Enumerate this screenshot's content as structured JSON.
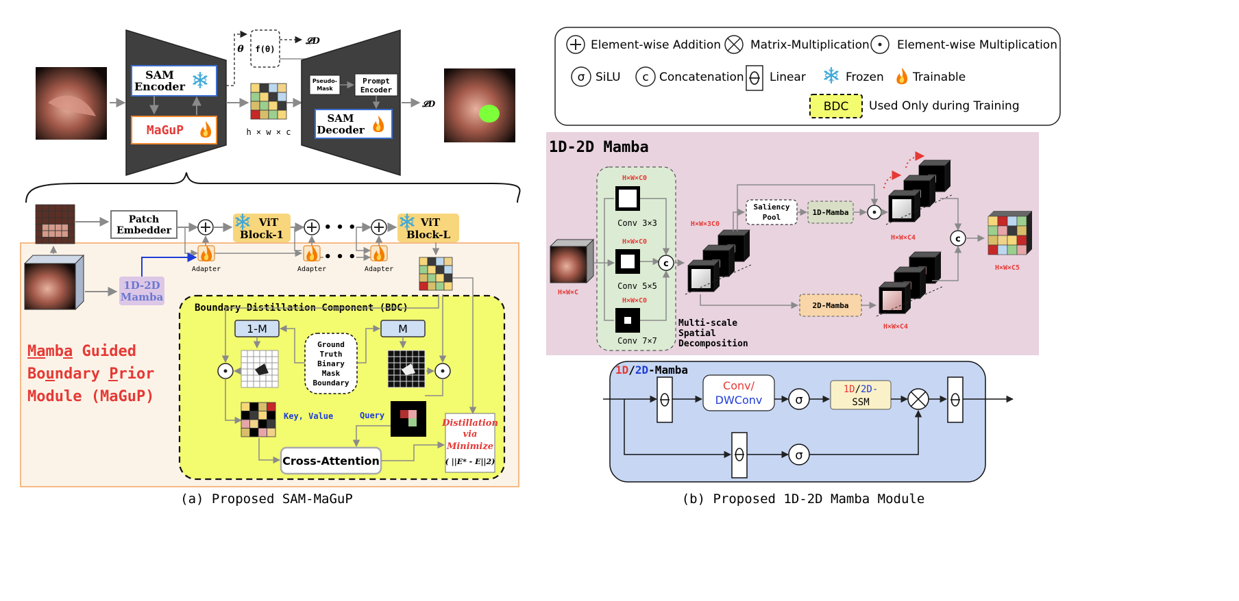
{
  "colors": {
    "panel_a_bg": "#fcf3e8",
    "panel_a_border": "#f4a460",
    "bdc_fill": "#f3fb6e",
    "mamba_panel_bg": "#e8d3df",
    "mamba_inner_bg": "#dcebd3",
    "ssm_panel_bg": "#c6d6f3",
    "encoder_gray": "#3f3f3f",
    "accent_red": "#e53935",
    "accent_blue": "#1e3cd8",
    "vit_block": "#f7d67c",
    "saliency_box": "#d9dfc6",
    "mamba2d_box": "#f9d6aa",
    "ssm_box": "#fbf1c8",
    "grid_palette": [
      "#f6d77a",
      "#c62828",
      "#bcd8ef",
      "#9ccf8e",
      "#e6a5a8",
      "#3a3a3a",
      "#d8be6a",
      "#f0d28a"
    ]
  },
  "legend": {
    "add": "Element-wise Addition",
    "matmul": "Matrix-Multiplication",
    "elem_mul": "Element-wise Multiplication",
    "silu_symbol": "σ",
    "silu": "SiLU",
    "concat_symbol": "c",
    "concat": "Concatenation",
    "linear": "Linear",
    "frozen": "Frozen",
    "trainable": "Trainable",
    "bdc_box": "BDC",
    "bdc_desc": "Used Only during Training"
  },
  "top": {
    "theta": "θ",
    "f_theta": "f(θ)",
    "loss_label": "𝓛D",
    "sam_encoder": [
      "SAM",
      "Encoder"
    ],
    "magup": "MaGuP",
    "pseudo_mask": [
      "Pseudo-",
      "Mask"
    ],
    "prompt_encoder": [
      "Prompt",
      "Encoder"
    ],
    "sam_decoder": [
      "SAM",
      "Decoder"
    ],
    "dims": "h × w × c"
  },
  "panel_a": {
    "patch_embedder": [
      "Patch",
      "Embedder"
    ],
    "vit1": [
      "ViT",
      "Block-1"
    ],
    "vitl": [
      "ViT",
      "Block-L"
    ],
    "adapter": "Adapter",
    "dots": "• • •",
    "mamba": [
      "1D-2D",
      "Mamba"
    ],
    "magup_title": [
      "Mamba Guided",
      "Boundary Prior",
      "Module (MaGuP)"
    ],
    "bdc_title": "Boundary Distillation Component (BDC)",
    "one_minus_m": "1-M",
    "m": "M",
    "gt": [
      "Ground",
      "Truth",
      "Binary",
      "Mask",
      "Boundary"
    ],
    "key_value": "Key, Value",
    "query": "Query",
    "cross_attention": "Cross-Attention",
    "distill": [
      "Distillation",
      "via",
      "Minimize"
    ],
    "norm": "( ||E* - E||2)",
    "caption": "(a)  Proposed SAM-MaGuP"
  },
  "panel_b": {
    "title": "1D-2D Mamba",
    "hwc0": "H×W×C0",
    "hwc": "H×W×C",
    "hwc3": "H×W×3C0",
    "hwc4": "H×W×C4",
    "hwc5": "H×W×C5",
    "conv3": "Conv 3×3",
    "conv5": "Conv 5×5",
    "conv7": "Conv 7×7",
    "saliency": [
      "Saliency",
      "Pool"
    ],
    "mamba1d": "1D-Mamba",
    "mamba2d": "2D-Mamba",
    "msd": [
      "Multi-scale",
      "Spatial",
      "Decomposition"
    ],
    "caption": "(b)  Proposed 1D-2D Mamba Module"
  },
  "ssm": {
    "title_1d": "1D",
    "title_slash": "/",
    "title_2d": "2D",
    "title_rest": "-Mamba",
    "conv": "Conv/",
    "dwconv": "DWConv",
    "ssm_1d": "1D",
    "ssm_slash": "/",
    "ssm_2d": "2D-",
    "ssm_word": "SSM"
  }
}
